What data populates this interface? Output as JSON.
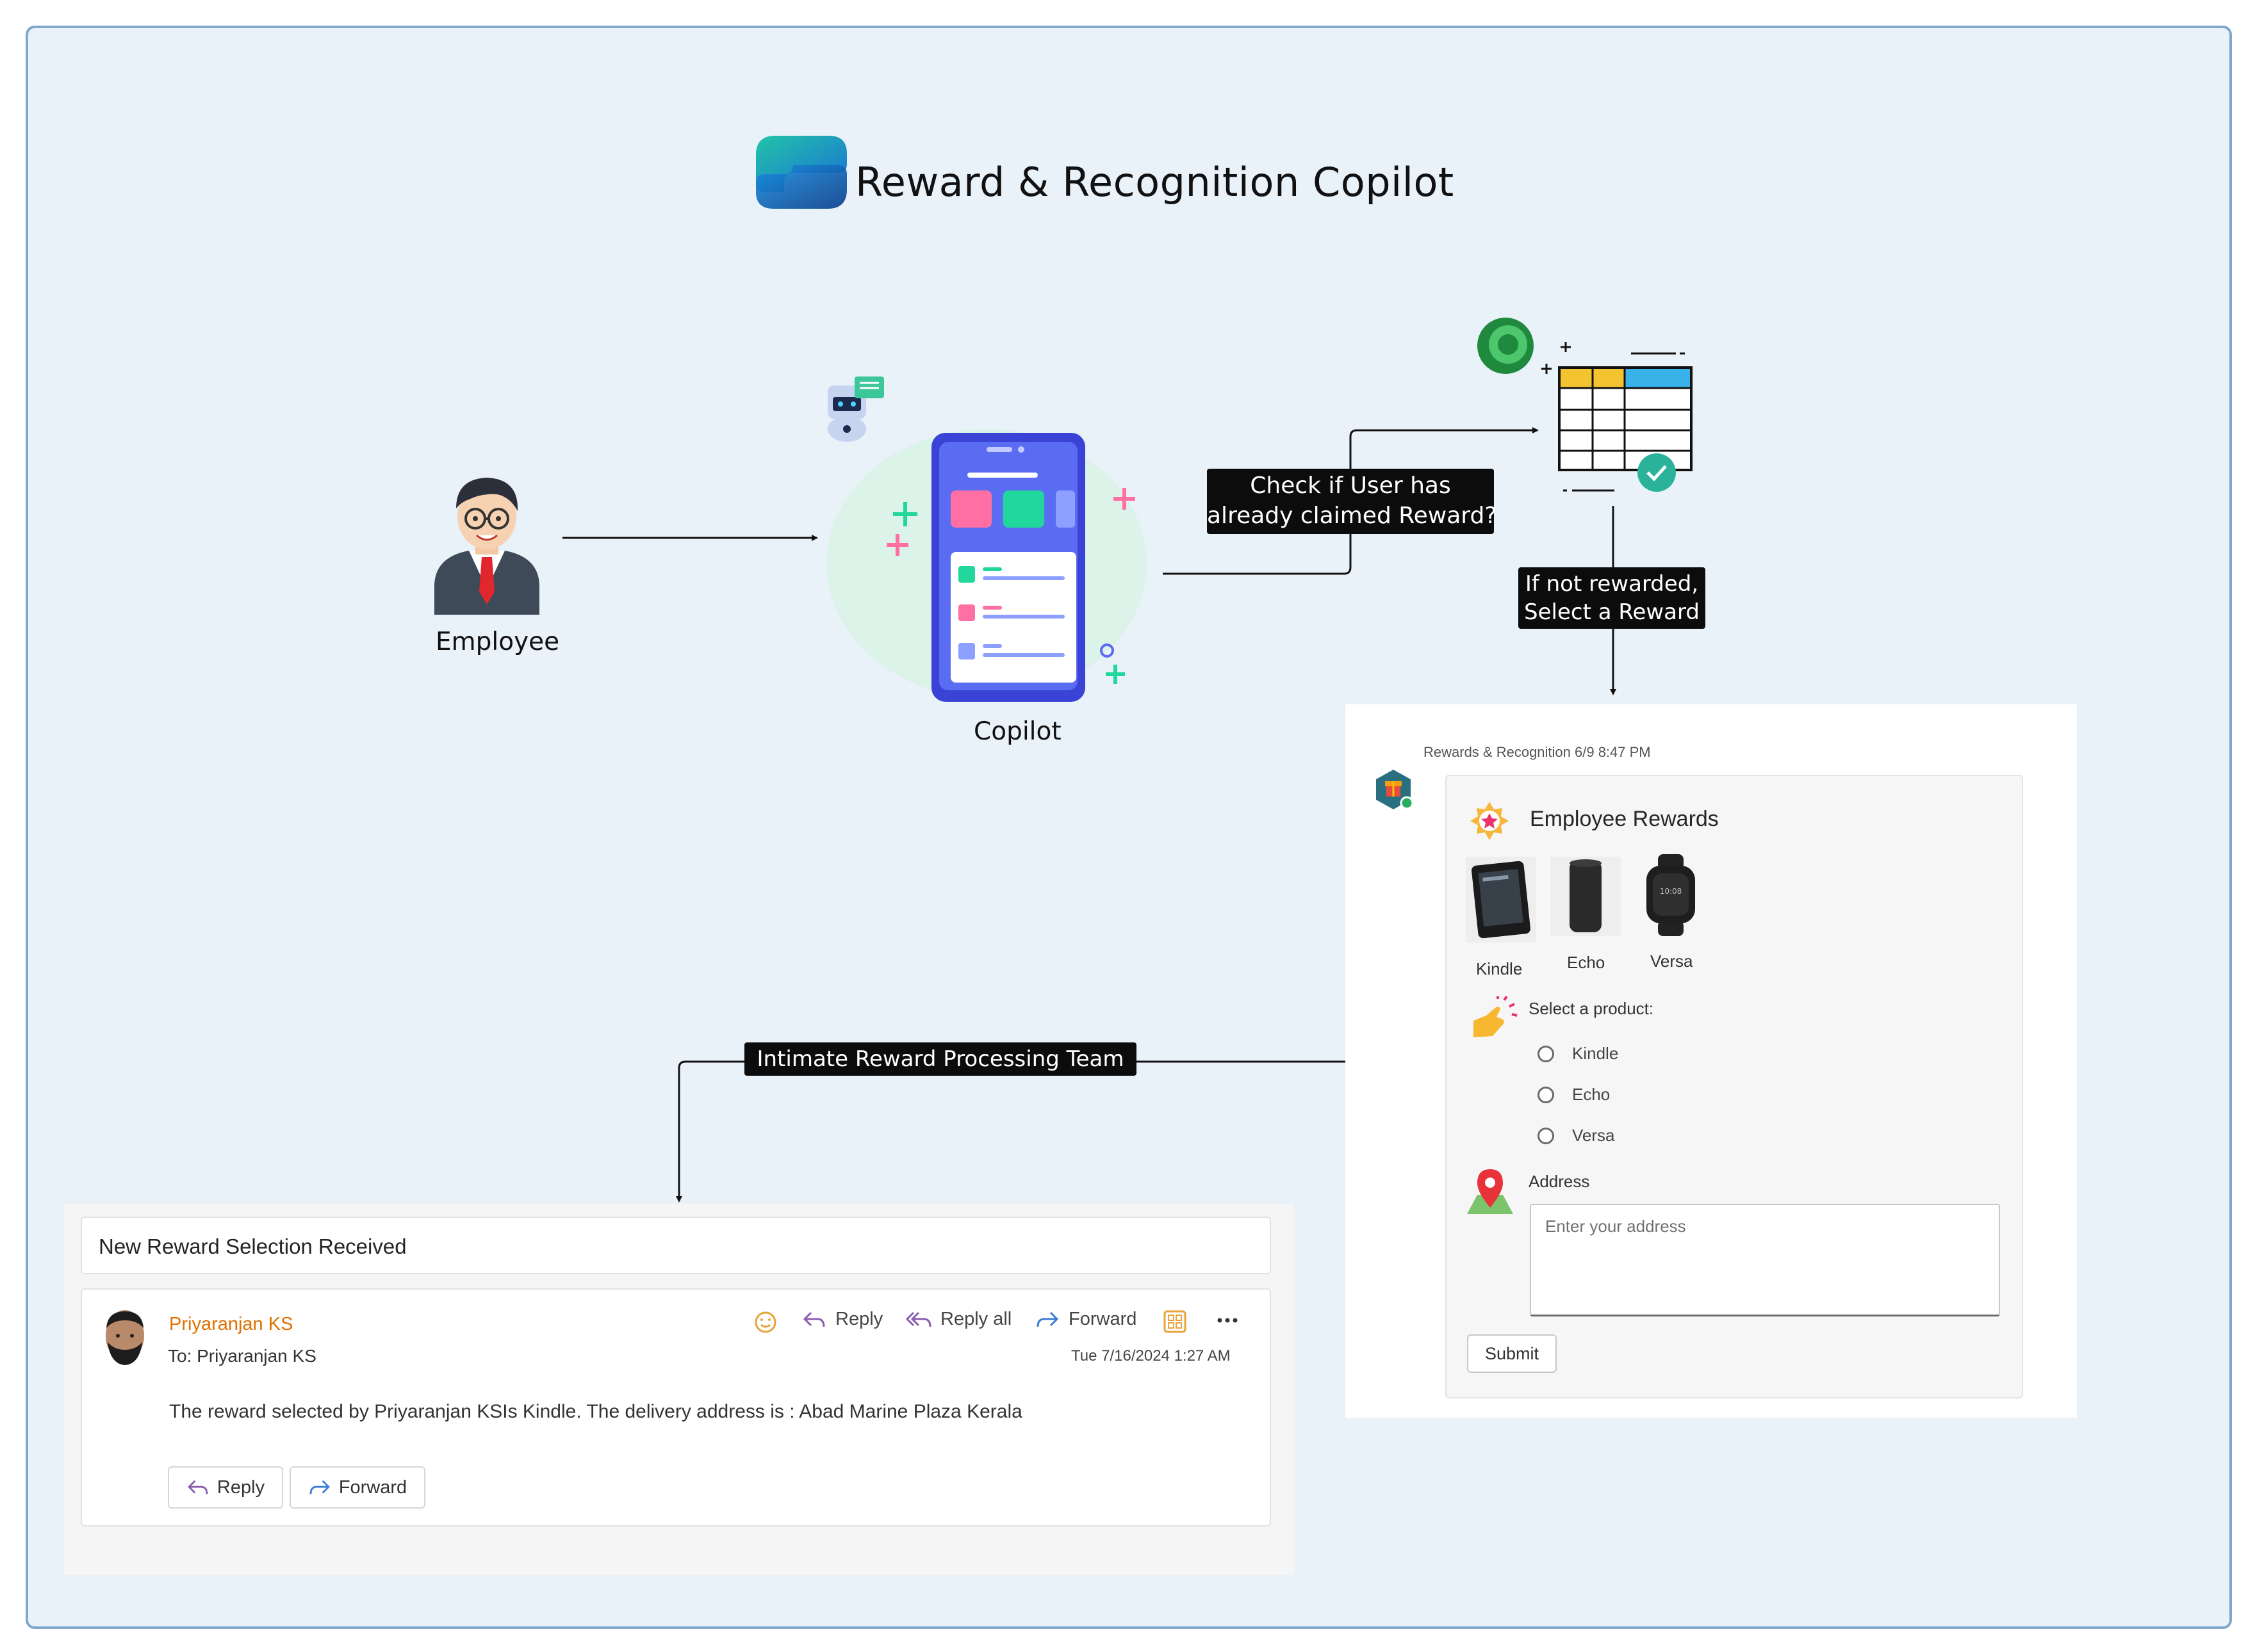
{
  "title": "Reward & Recognition Copilot",
  "nodes": {
    "employee": "Employee",
    "copilot": "Copilot"
  },
  "edges": {
    "check": "Check if User has\nalready claimed Reward?",
    "select": "If not rewarded,\nSelect a Reward",
    "intimate": "Intimate Reward Processing Team"
  },
  "card": {
    "header": "Rewards & Recognition   6/9 8:47 PM",
    "title": "Employee Rewards",
    "products": [
      "Kindle",
      "Echo",
      "Versa"
    ],
    "select_label": "Select a product:",
    "options": [
      "Kindle",
      "Echo",
      "Versa"
    ],
    "address_label": "Address",
    "address_placeholder": "Enter your address",
    "submit": "Submit"
  },
  "email": {
    "subject": "New Reward Selection Received",
    "sender": "Priyaranjan KS",
    "to": "To:  Priyaranjan KS",
    "date": "Tue 7/16/2024 1:27 AM",
    "body": "The reward selected by Priyaranjan KSIs Kindle. The delivery address is : Abad Marine Plaza Kerala",
    "toolbar": {
      "reply": "Reply",
      "reply_all": "Reply all",
      "forward": "Forward"
    },
    "buttons": {
      "reply": "Reply",
      "forward": "Forward"
    }
  },
  "colors": {
    "background": "#e9f1f9",
    "border": "#7ea8cc",
    "edge_label_bg": "#0c0c0c",
    "sender": "#e07000",
    "phone": "#3b43d6"
  }
}
